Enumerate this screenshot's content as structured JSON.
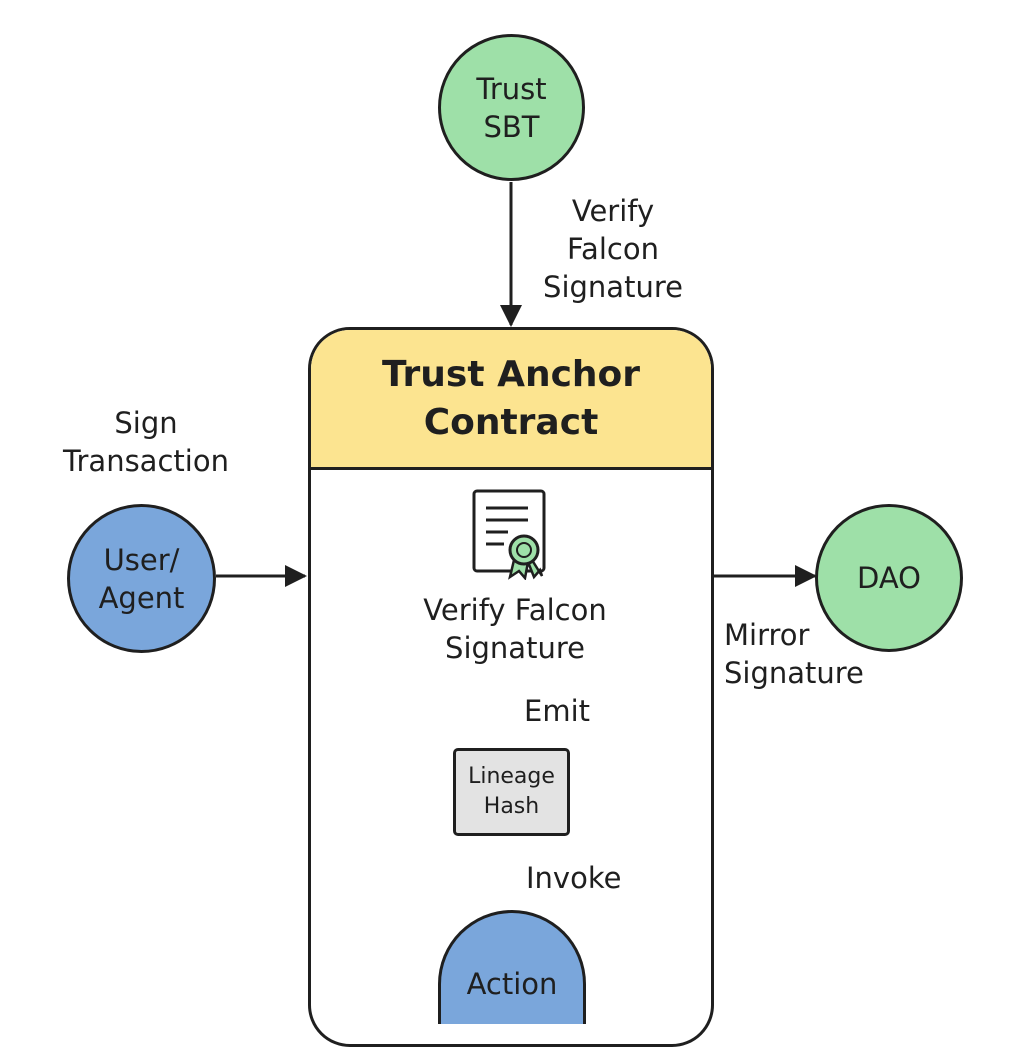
{
  "nodes": {
    "trust_sbt": "Trust\nSBT",
    "user_agent": "User/\nAgent",
    "dao": "DAO",
    "action": "Action",
    "lineage_hash": "Lineage\nHash"
  },
  "contract": {
    "title": "Trust Anchor\nContract",
    "inner_label": "Verify Falcon\nSignature"
  },
  "edges": {
    "sbt_to_contract": "Verify\nFalcon\nSignature",
    "user_to_contract": "Sign\nTransaction",
    "contract_to_dao": "Mirror\nSignature",
    "verify_to_hash": "Emit",
    "hash_to_action": "Invoke"
  },
  "colors": {
    "green_node": "#9ee0a8",
    "blue_node": "#7aa6db",
    "contract_header": "#fce490",
    "hash_box": "#e3e3e3"
  },
  "icons": {
    "contract_icon": "certificate-icon"
  }
}
